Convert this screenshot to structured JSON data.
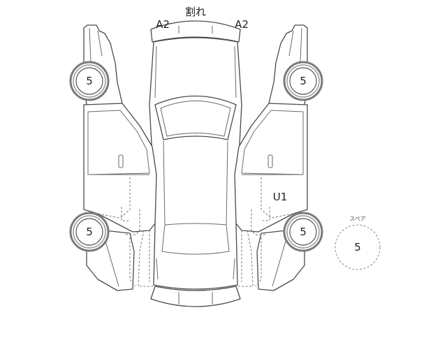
{
  "damage_marks": {
    "roof_top": "割れ",
    "windshield_left": "A2",
    "windshield_right": "A2",
    "right_side_door": "U1"
  },
  "tires": {
    "left_front": "5",
    "right_front": "5",
    "left_rear": "5",
    "right_rear": "5"
  },
  "spare": {
    "label": "スペア",
    "value": "5"
  }
}
